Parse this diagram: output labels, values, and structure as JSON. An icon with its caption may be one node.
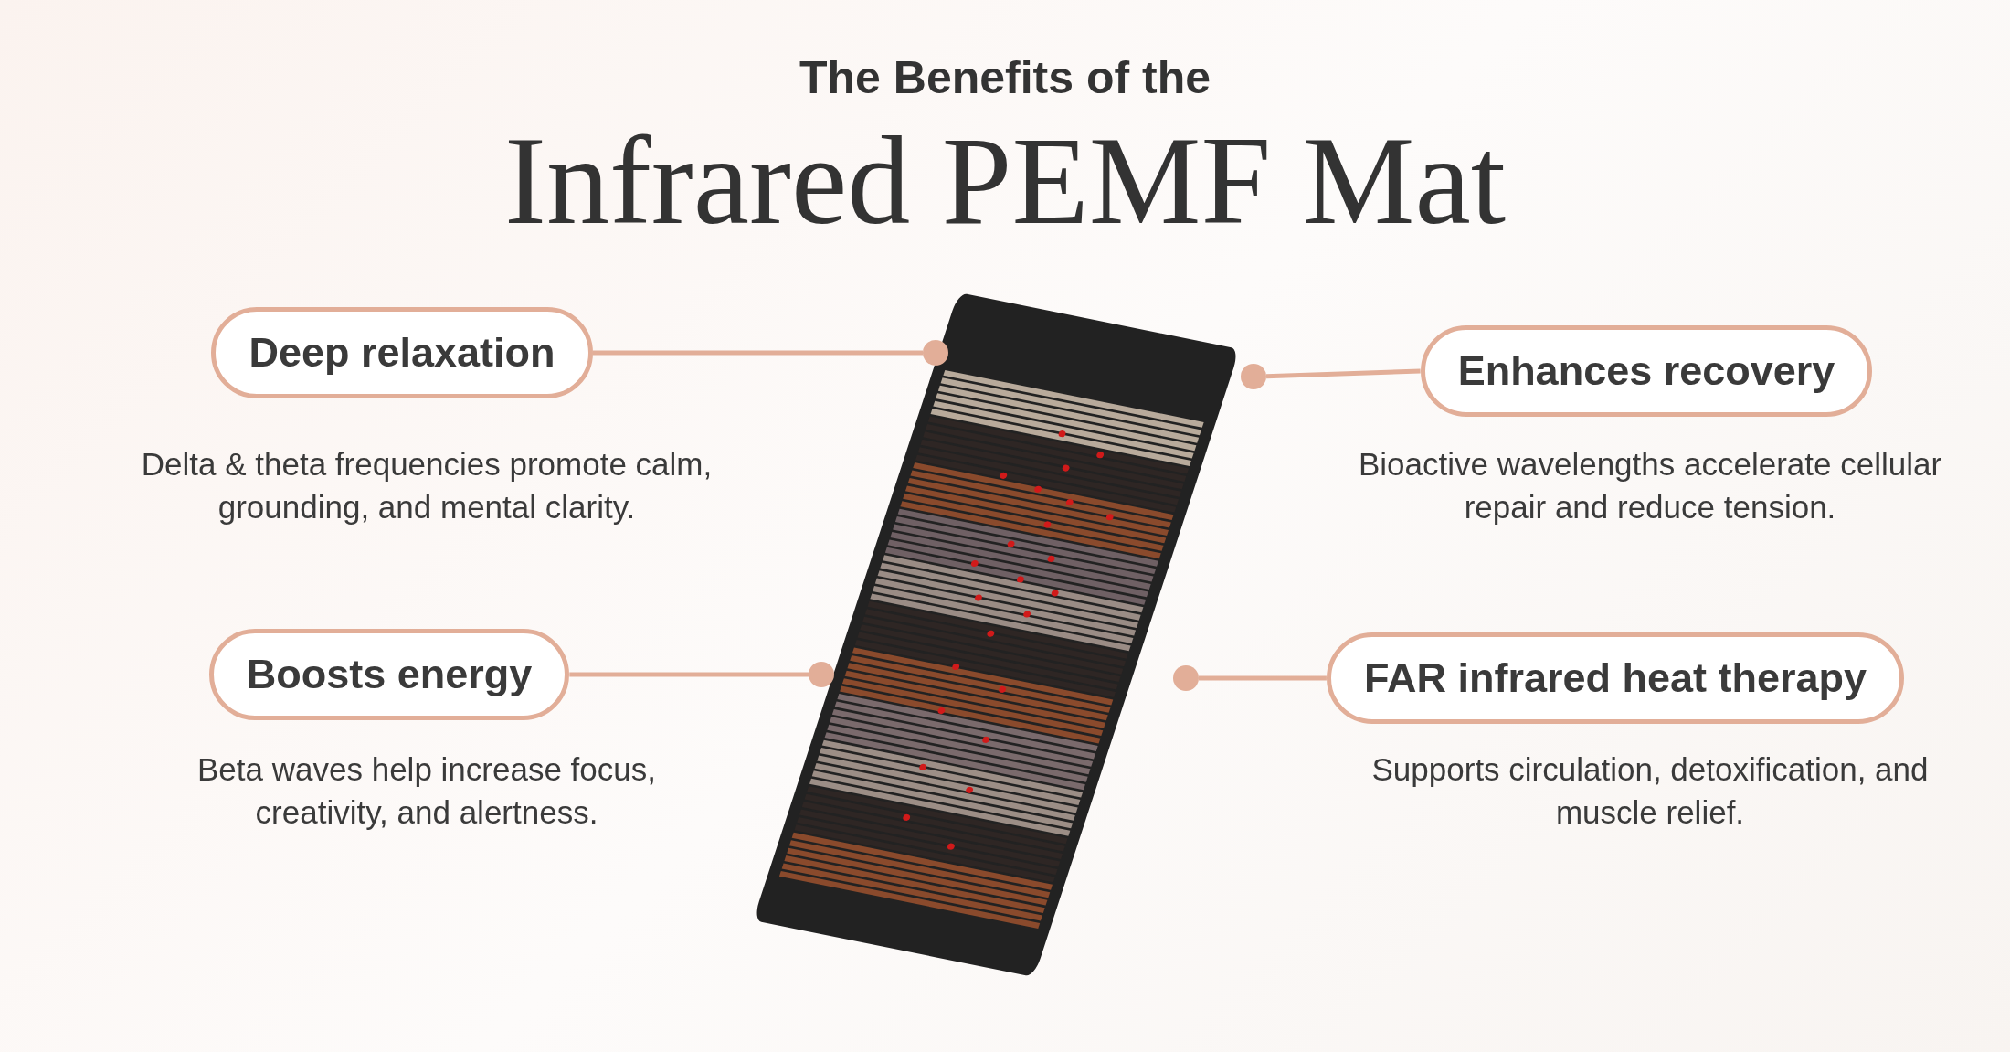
{
  "diagram": {
    "title": "Infrared PEMF Mat",
    "nodes": [
      {
        "text": [
          "Deep relaxation"
        ],
        "beside": [
          "Delta & theta frequencies promote calm, grounding, and mental clarity."
        ]
      },
      {
        "text": [
          "Enhances recovery"
        ],
        "beside": [
          "Bioactive wavelengths accelerate cellular repair and reduce tension."
        ]
      },
      {
        "text": [
          "Boosts energy"
        ],
        "beside": [
          "Beta waves help increase focus, creativity, and alertness."
        ]
      },
      {
        "text": [
          "FAR infrared heat therapy"
        ],
        "beside": [
          "Supports circulation, detoxification, and muscle relief."
        ]
      },
      {
        "text": [],
        "shape": "circle"
      },
      {
        "text": [],
        "shape": "circle"
      },
      {
        "text": [],
        "shape": "circle"
      },
      {
        "text": [],
        "shape": "circle"
      }
    ],
    "edges": [
      {
        "from": 0,
        "to": 4,
        "arrow": "none"
      },
      {
        "from": 1,
        "to": 5,
        "arrow": "none"
      },
      {
        "from": 2,
        "to": 6,
        "arrow": "none"
      },
      {
        "from": 3,
        "to": 7,
        "arrow": "none"
      }
    ],
    "labels": [
      "The Benefits of the"
    ]
  }
}
